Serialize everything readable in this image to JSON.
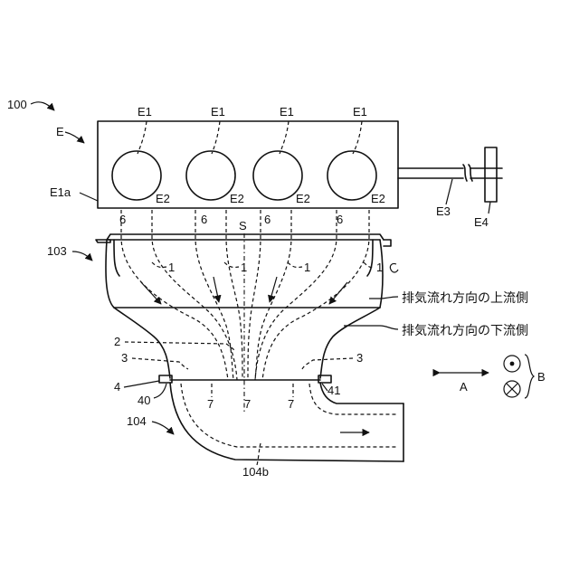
{
  "labels": {
    "fig_ref": "100",
    "engine": "E",
    "cylinder": "E1",
    "exhaust_port": "E2",
    "engine_face": "E1a",
    "shaft": "E3",
    "flywheel": "E4",
    "manifold_upper": "103",
    "manifold_lower": "104",
    "pipe_outlet": "104b",
    "partition": "S",
    "passage_6": "6",
    "passage_1": "1",
    "passage_2": "2",
    "passage_3": "3",
    "passage_7": "7",
    "flange_4": "4",
    "flange_40": "40",
    "flange_41": "41",
    "dir_a": "A",
    "dir_b": "B"
  },
  "annotations": {
    "upstream": "排気流れ方向の上流側",
    "downstream": "排気流れ方向の下流側"
  }
}
